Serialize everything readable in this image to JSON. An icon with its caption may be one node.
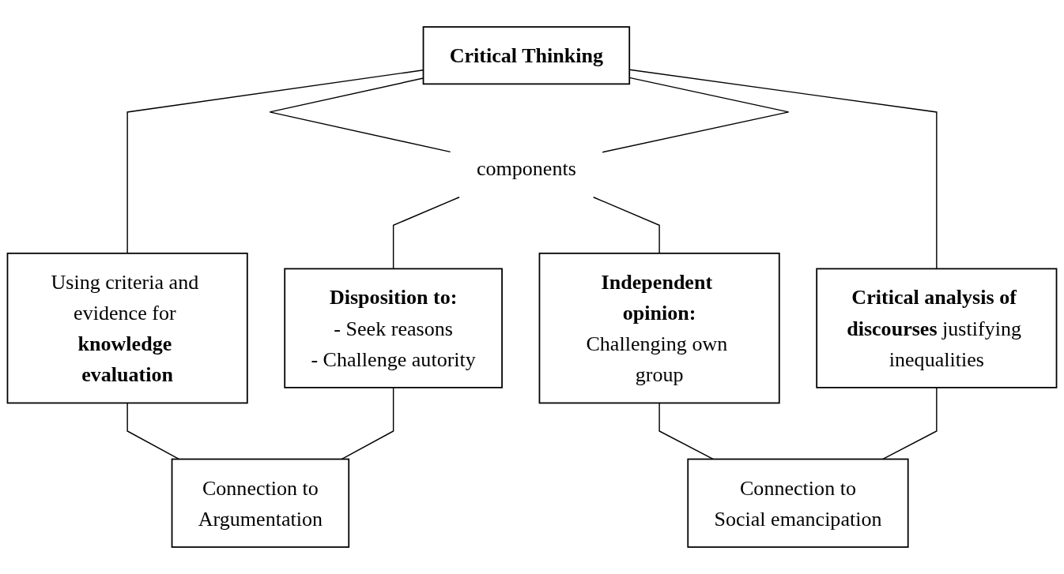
{
  "diagram": {
    "nodes": [
      {
        "text": [
          "**Critical Thinking**"
        ]
      },
      {
        "text": [
          "components"
        ]
      },
      {
        "text": [
          "Using criteria and evidence for **knowledge evaluation**"
        ]
      },
      {
        "text": [
          "**Disposition to:**",
          "- Seek reasons",
          "- Challenge autority"
        ]
      },
      {
        "text": [
          "**Independent opinion:**",
          "Challenging own group"
        ]
      },
      {
        "text": [
          "**Critical analysis of discourses** justifying inequalities"
        ]
      },
      {
        "text": [
          "Connection to",
          "Argumentation"
        ]
      },
      {
        "text": [
          "Connection to",
          "Social emancipation"
        ]
      }
    ],
    "edges": [
      {
        "from": 0,
        "to": 2,
        "arrow": "none"
      },
      {
        "from": 0,
        "to": 1,
        "arrow": "none"
      },
      {
        "from": 0,
        "to": 1,
        "arrow": "none"
      },
      {
        "from": 0,
        "to": 5,
        "arrow": "none"
      },
      {
        "from": 1,
        "to": 3,
        "arrow": "none"
      },
      {
        "from": 1,
        "to": 4,
        "arrow": "none"
      },
      {
        "from": 2,
        "to": 6,
        "arrow": "none"
      },
      {
        "from": 3,
        "to": 6,
        "arrow": "none"
      },
      {
        "from": 4,
        "to": 7,
        "arrow": "none"
      },
      {
        "from": 5,
        "to": 7,
        "arrow": "none"
      }
    ]
  }
}
